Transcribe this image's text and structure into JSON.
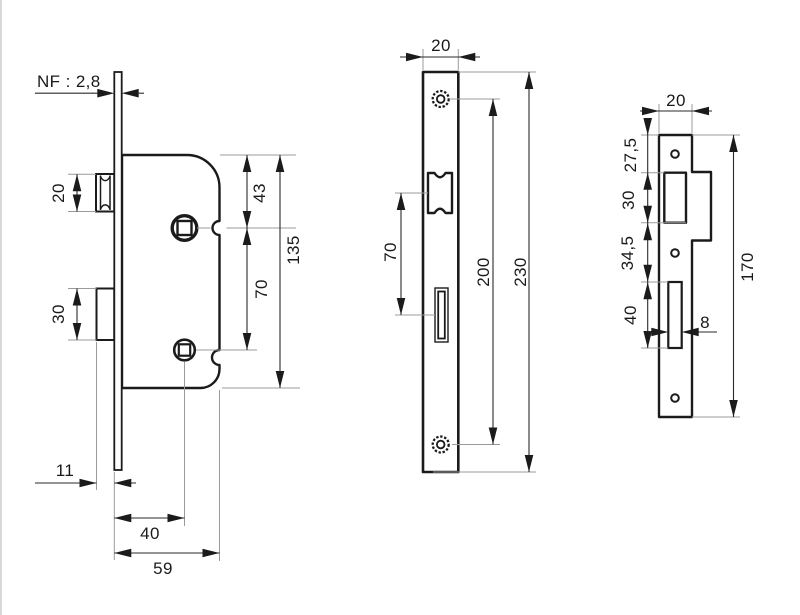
{
  "drawing": {
    "type": "mortise-lock-technical-drawing",
    "background": "#ffffff",
    "line_color": "#1b1b1b",
    "extension_line_color": "#9b9b9b"
  },
  "side_view": {
    "nf_label": "NF : 2,8",
    "latch_height": "20",
    "deadbolt_height": "30",
    "top_to_follower": "43",
    "follower_to_key": "70",
    "body_height": "135",
    "bolt_throw": "11",
    "backset": "40",
    "body_depth": "59"
  },
  "faceplate_view": {
    "width": "20",
    "latch_to_bolt": "70",
    "screw_centres": "200",
    "height": "230"
  },
  "strike_plate_view": {
    "width": "20",
    "top_to_latch_cutout": "27,5",
    "latch_cutout_height": "30",
    "latch_to_bolt_cutout": "34,5",
    "bolt_cutout_height": "40",
    "bolt_cutout_width": "8",
    "height": "170"
  }
}
